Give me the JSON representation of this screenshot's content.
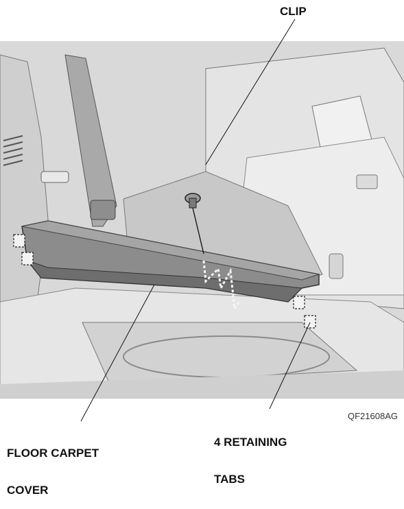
{
  "labels": {
    "clip": "CLIP",
    "floor_carpet_cover_line1": "FLOOR CARPET",
    "floor_carpet_cover_line2": "COVER",
    "retaining_tabs_line1": "4 RETAINING",
    "retaining_tabs_line2": "TABS"
  },
  "figure_id": "QF21608AG"
}
